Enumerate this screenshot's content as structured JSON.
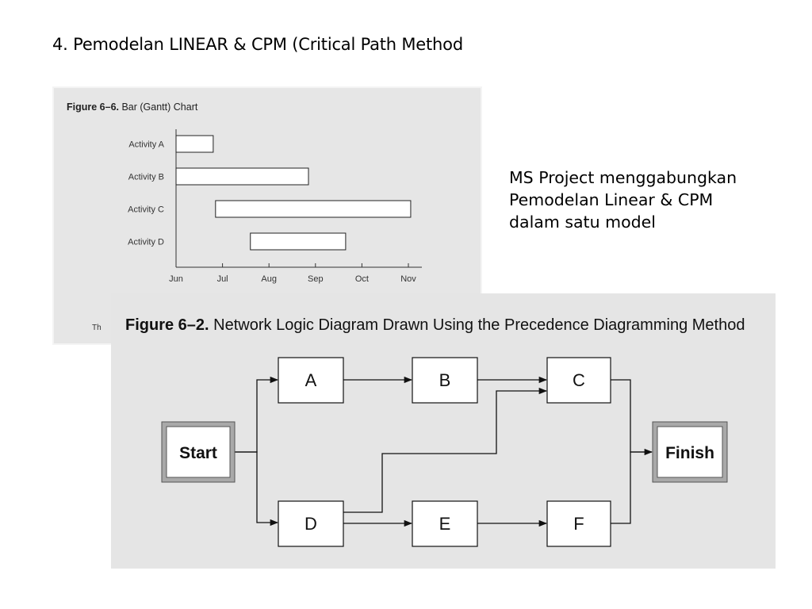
{
  "slide": {
    "title": "4. Pemodelan LINEAR & CPM (Critical Path Method",
    "note_lines": [
      "MS Project menggabungkan",
      "Pemodelan Linear & CPM",
      "dalam satu model"
    ]
  },
  "gantt_figure": {
    "caption_label": "Figure 6–6.",
    "caption_text": " Bar (Gantt) Chart",
    "footnote_fragment": "Th"
  },
  "chart_data": {
    "type": "bar",
    "subtype": "gantt",
    "categories": [
      "Activity A",
      "Activity B",
      "Activity C",
      "Activity D"
    ],
    "x_ticks": [
      "Jun",
      "Jul",
      "Aug",
      "Sep",
      "Oct",
      "Nov"
    ],
    "xlim": [
      0,
      5.05
    ],
    "bars": [
      {
        "task": "Activity A",
        "start": 0.0,
        "end": 0.8
      },
      {
        "task": "Activity B",
        "start": 0.0,
        "end": 2.85
      },
      {
        "task": "Activity C",
        "start": 0.85,
        "end": 5.05
      },
      {
        "task": "Activity D",
        "start": 1.6,
        "end": 3.65
      }
    ],
    "grid": false
  },
  "network_figure": {
    "caption_label": "Figure 6–2.",
    "caption_text": " Network Logic Diagram Drawn Using the Precedence Diagramming Method",
    "nodes": {
      "start": "Start",
      "a": "A",
      "b": "B",
      "c": "C",
      "d": "D",
      "e": "E",
      "f": "F",
      "finish": "Finish"
    }
  }
}
